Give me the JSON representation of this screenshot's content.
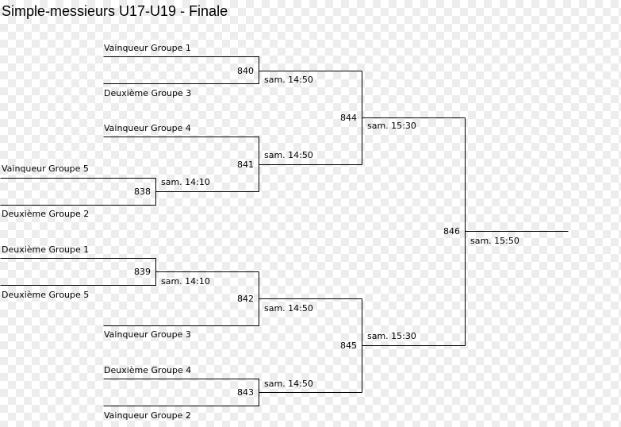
{
  "title": "Simple-messieurs U17-U19 - Finale",
  "bracket": {
    "entrants": {
      "e1": "Vainqueur Groupe 1",
      "e2": "Deuxième Groupe 3",
      "e3": "Vainqueur Groupe 4",
      "e4": "Vainqueur Groupe 5",
      "e5": "Deuxième Groupe 2",
      "e6": "Deuxième Groupe 1",
      "e7": "Deuxième Groupe 5",
      "e8": "Vainqueur Groupe 3",
      "e9": "Deuxième Groupe 4",
      "e10": "Vainqueur Groupe 2"
    },
    "matches": {
      "m838": {
        "number": "838",
        "time": "sam. 14:10"
      },
      "m839": {
        "number": "839",
        "time": "sam. 14:10"
      },
      "m840": {
        "number": "840",
        "time": "sam. 14:50"
      },
      "m841": {
        "number": "841",
        "time": "sam. 14:50"
      },
      "m842": {
        "number": "842",
        "time": "sam. 14:50"
      },
      "m843": {
        "number": "843",
        "time": "sam. 14:50"
      },
      "m844": {
        "number": "844",
        "time": "sam. 15:30"
      },
      "m845": {
        "number": "845",
        "time": "sam. 15:30"
      },
      "m846": {
        "number": "846",
        "time": "sam. 15:50"
      }
    }
  }
}
